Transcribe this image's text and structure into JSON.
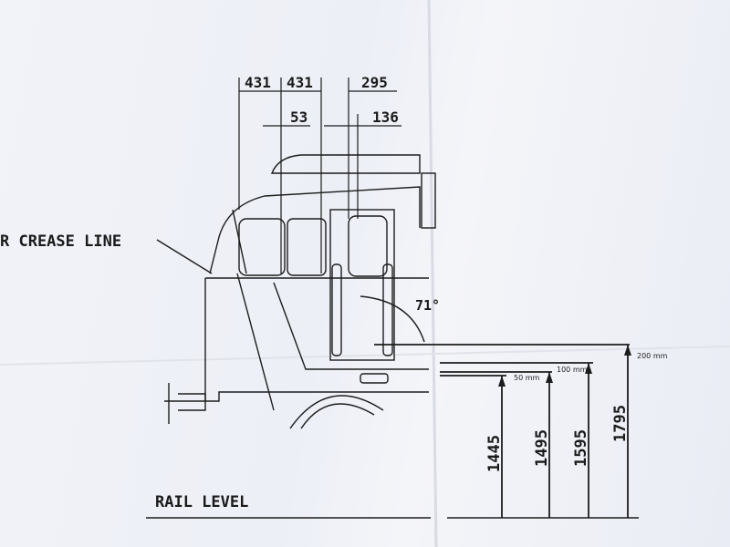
{
  "labels": {
    "crease_line": "R CREASE LINE",
    "rail_level": "RAIL LEVEL",
    "angle": "71°"
  },
  "top_dimensions": [
    "431",
    "431",
    "295",
    "53",
    "136"
  ],
  "heights": [
    "1445",
    "1495",
    "1595",
    "1795"
  ],
  "handwritten_offsets": [
    "50 mm",
    "100 mm",
    "200 mm"
  ]
}
